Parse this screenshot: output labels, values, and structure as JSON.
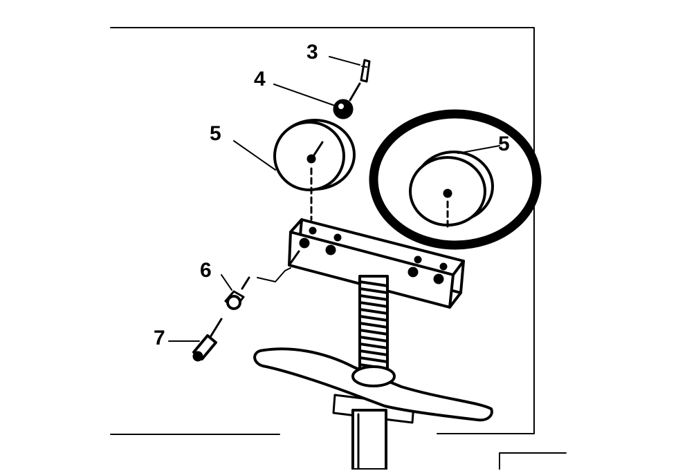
{
  "diagram": {
    "colors": {
      "ink": "#000000",
      "paper": "#ffffff"
    },
    "callouts": [
      {
        "id": "label-3",
        "text": "3"
      },
      {
        "id": "label-4",
        "text": "4"
      },
      {
        "id": "label-5-left",
        "text": "5"
      },
      {
        "id": "label-5-right",
        "text": "5"
      },
      {
        "id": "label-6",
        "text": "6"
      },
      {
        "id": "label-7",
        "text": "7"
      }
    ],
    "parts": [
      {
        "number": "3",
        "name": "pin-icon"
      },
      {
        "number": "4",
        "name": "nut-icon"
      },
      {
        "number": "5",
        "name": "pad-icon"
      },
      {
        "number": "6",
        "name": "bushing-icon"
      },
      {
        "number": "7",
        "name": "bolt-icon"
      }
    ],
    "highlight": "circled-part-5"
  }
}
